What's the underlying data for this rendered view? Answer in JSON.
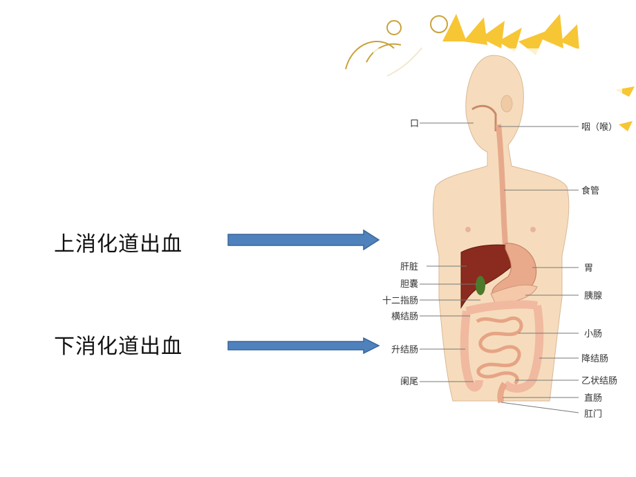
{
  "slide": {
    "upper_label": "上消化道出血",
    "lower_label": "下消化道出血"
  },
  "diagram": {
    "labels": {
      "mouth": "口",
      "pharynx": "咽（喉）",
      "esophagus": "食管",
      "liver": "肝脏",
      "stomach": "胃",
      "gallbladder": "胆囊",
      "pancreas": "胰腺",
      "duodenum": "十二指肠",
      "transverse_colon": "横结肠",
      "small_intestine": "小肠",
      "ascending_colon": "升结肠",
      "descending_colon": "降结肠",
      "appendix": "阑尾",
      "sigmoid_colon": "乙状结肠",
      "rectum": "直肠",
      "anus": "肛门"
    }
  },
  "colors": {
    "arrow": "#4f81bd",
    "skin": "#f6dcbc",
    "liver": "#8b2a1e",
    "stomach": "#e9a98b",
    "intestine": "#f0b9a0",
    "gallbladder": "#4a7a2a",
    "flower": "#f7c42b"
  }
}
